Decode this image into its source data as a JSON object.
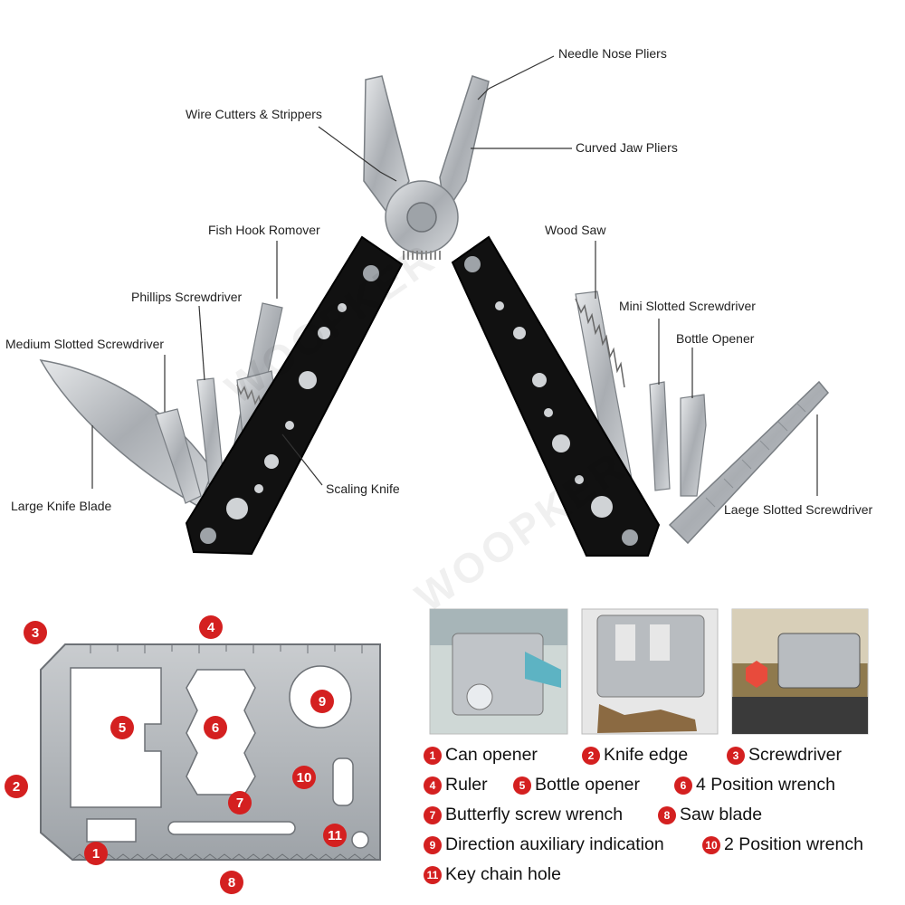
{
  "tool_labels": {
    "needle_nose_pliers": "Needle Nose Pliers",
    "wire_cutters": "Wire Cutters & Strippers",
    "curved_jaw_pliers": "Curved Jaw Pliers",
    "fish_hook_remover": "Fish Hook Romover",
    "wood_saw": "Wood Saw",
    "phillips_screwdriver": "Phillips Screwdriver",
    "mini_slotted_screwdriver": "Mini Slotted Screwdriver",
    "medium_slotted_screwdriver": "Medium Slotted Screwdriver",
    "bottle_opener": "Bottle Opener",
    "scaling_knife": "Scaling Knife",
    "large_knife_blade": "Large Knife Blade",
    "large_slotted_screwdriver": "Laege Slotted Screwdriver"
  },
  "watermark": "WOOPKER",
  "card_numbers": [
    "1",
    "2",
    "3",
    "4",
    "5",
    "6",
    "7",
    "8",
    "9",
    "10",
    "11"
  ],
  "legend": [
    {
      "num": "1",
      "text": "Can opener"
    },
    {
      "num": "2",
      "text": "Knife edge"
    },
    {
      "num": "3",
      "text": "Screwdriver"
    },
    {
      "num": "4",
      "text": "Ruler"
    },
    {
      "num": "5",
      "text": "Bottle opener"
    },
    {
      "num": "6",
      "text": "4 Position wrench"
    },
    {
      "num": "7",
      "text": "Butterfly screw wrench"
    },
    {
      "num": "8",
      "text": "Saw blade"
    },
    {
      "num": "9",
      "text": "Direction auxiliary indication"
    },
    {
      "num": "10",
      "text": "2 Position wrench"
    },
    {
      "num": "11",
      "text": "Key chain hole"
    }
  ],
  "colors": {
    "marker": "#d42020",
    "handle": "#111111",
    "steel": "#b8bcc0"
  }
}
